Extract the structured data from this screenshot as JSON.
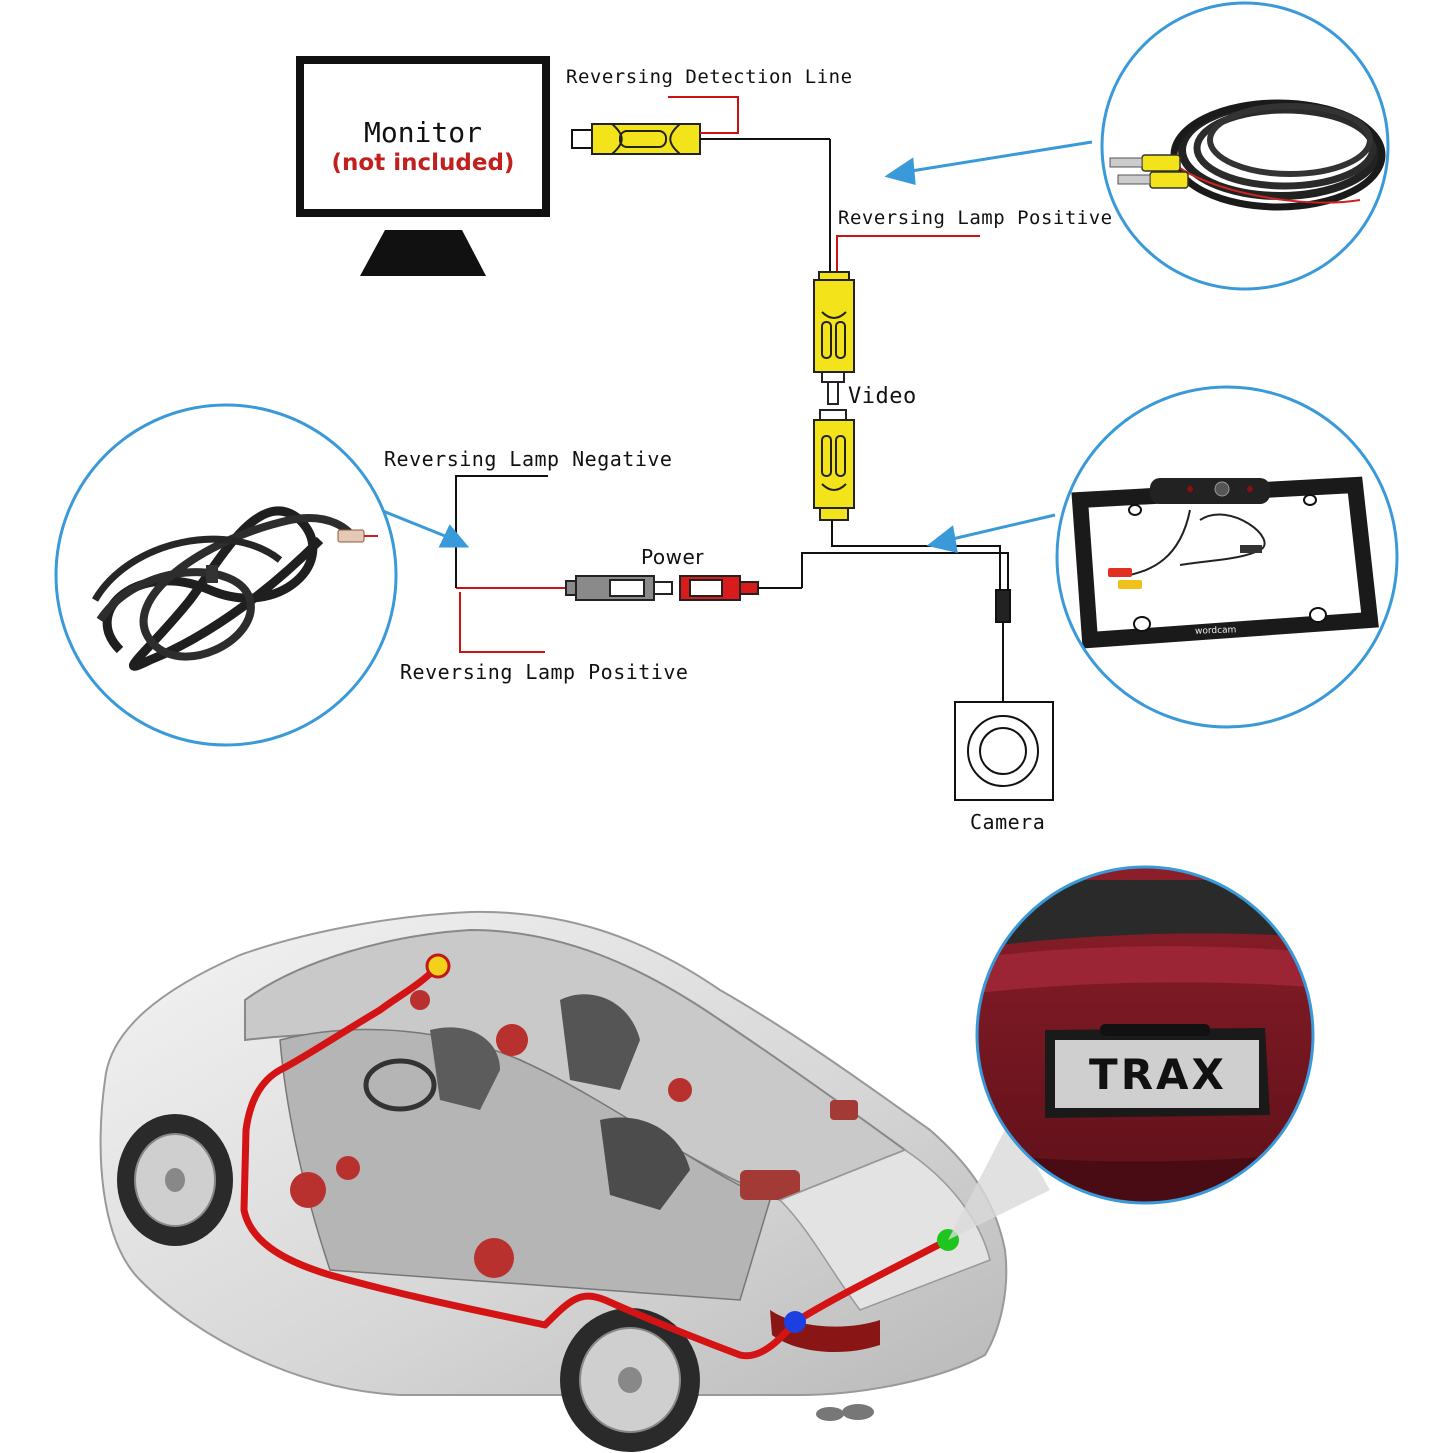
{
  "monitor": {
    "title": "Monitor",
    "subtitle": "(not included)"
  },
  "labels": {
    "reversing_detection_line": "Reversing Detection Line",
    "reversing_lamp_positive_top": "Reversing Lamp Positive",
    "video": "Video",
    "reversing_lamp_negative": "Reversing Lamp Negative",
    "power": "Power",
    "reversing_lamp_positive_bottom": "Reversing Lamp Positive",
    "camera": "Camera"
  },
  "plate": {
    "text": "TRAX",
    "brand": "wordcam"
  },
  "colors": {
    "callout_circle": "#3a9ad9",
    "wire_red": "#cc1111",
    "connector_yellow": "#f2e31a",
    "connector_red": "#d81b1b",
    "connector_gray": "#8a8a8a",
    "car_body": "#dcdcdc",
    "route_red": "#d41414",
    "dot_yellow": "#f3d11b",
    "dot_blue": "#1b3fe0",
    "dot_green": "#1ec51e"
  }
}
